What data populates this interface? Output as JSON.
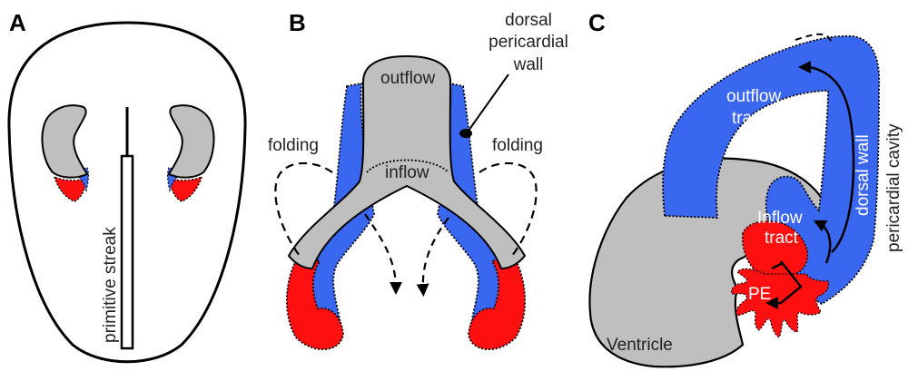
{
  "panels": {
    "a": {
      "letter": "A",
      "streak_label": "primitive streak"
    },
    "b": {
      "letter": "B",
      "dorsal_label_1": "dorsal",
      "dorsal_label_2": "pericardial",
      "dorsal_label_3": "wall",
      "outflow_label": "outflow",
      "inflow_label": "inflow",
      "folding_left": "folding",
      "folding_right": "folding"
    },
    "c": {
      "letter": "C",
      "outflow_label_1": "outflow",
      "outflow_label_2": "tract",
      "inflow_label_1": "Inflow",
      "inflow_label_2": "tract",
      "pe_label": "PE",
      "ventricle_label": "Ventricle",
      "dorsal_wall_label": "dorsal wall",
      "pericardial_cavity_label": "pericardial cavity"
    }
  },
  "colors": {
    "blue": "#3A67F0",
    "red": "#FF1010",
    "gray": "#BFBFBF",
    "outline": "#000000"
  }
}
